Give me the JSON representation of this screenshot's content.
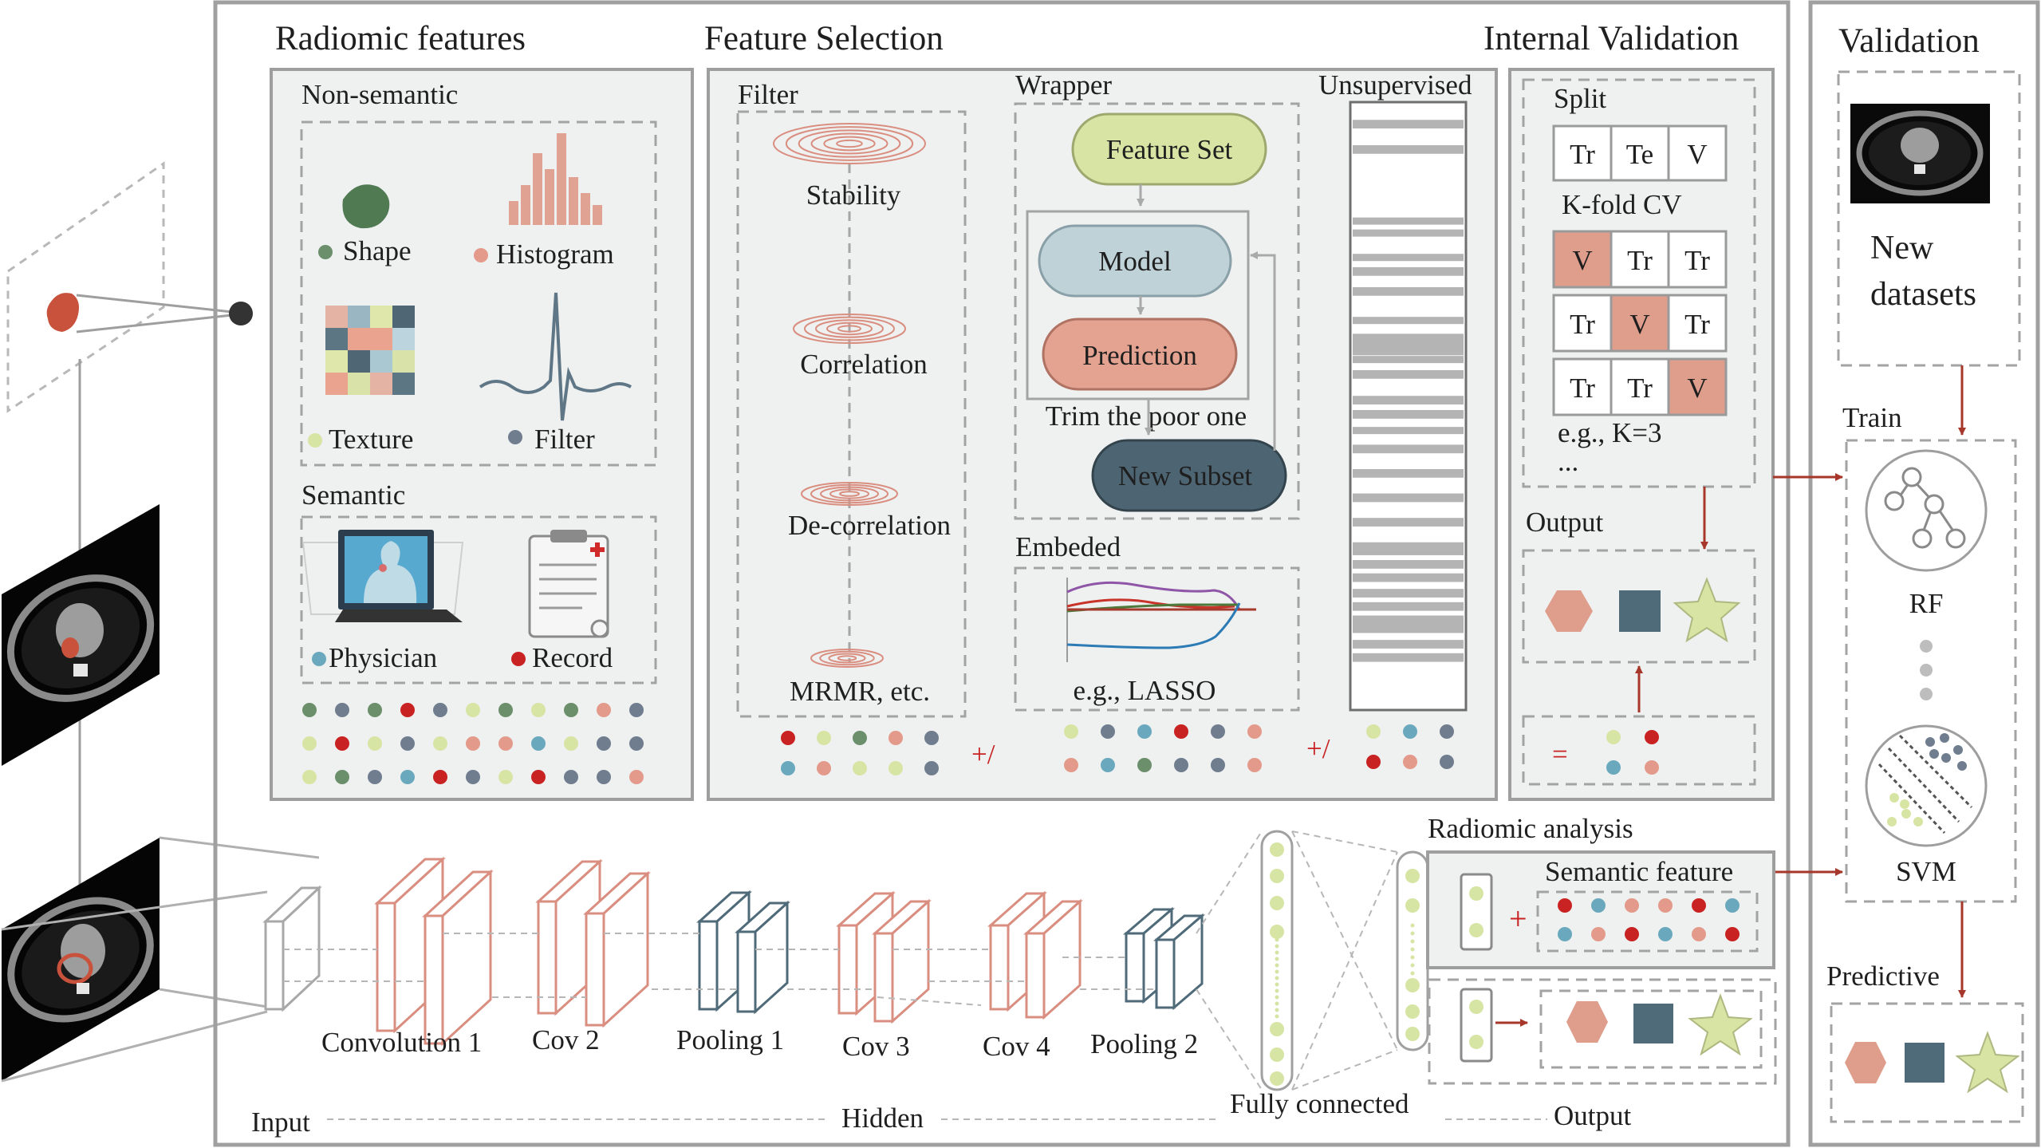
{
  "colors": {
    "green": "#6b8e6b",
    "salmon": "#e39a8a",
    "red": "#c82222",
    "lime": "#d6e5a3",
    "blue": "#6aa9bd",
    "slate": "#6f7d8f",
    "pill_lime": "#d8e4a4",
    "pill_blue": "#bed2d8",
    "pill_salmon": "#e4a290",
    "pill_dark": "#4d6573",
    "square": "#4f6a78",
    "hexagon": "#df9d8c",
    "star": "#d8e4a4",
    "arrow": "#a7372a"
  },
  "radiomic": {
    "title": "Radiomic features",
    "nonsemantic_label": "Non-semantic",
    "shape": "Shape",
    "histogram": "Histogram",
    "texture": "Texture",
    "filter": "Filter",
    "semantic_label": "Semantic",
    "physician": "Physician",
    "record": "Record"
  },
  "selection": {
    "title": "Feature Selection",
    "filter_label": "Filter",
    "stability": "Stability",
    "correlation": "Correlation",
    "decorrelation": "De-correlation",
    "mrmr": "MRMR, etc.",
    "wrapper_label": "Wrapper",
    "feature_set": "Feature Set",
    "model": "Model",
    "prediction": "Prediction",
    "trim": "Trim the poor one",
    "new_subset": "New Subset",
    "embeded_label": "Embeded",
    "lasso": "e.g., LASSO",
    "unsupervised_label": "Unsupervised",
    "plus_or_1": "+/",
    "plus_or_2": "+/"
  },
  "internal": {
    "title": "Internal Validation",
    "split_label": "Split",
    "split_cells": [
      "Tr",
      "Te",
      "V"
    ],
    "kfold_label": "K-fold CV",
    "kfold_rows": [
      [
        "V",
        "Tr",
        "Tr"
      ],
      [
        "Tr",
        "V",
        "Tr"
      ],
      [
        "Tr",
        "Tr",
        "V"
      ]
    ],
    "example": "e.g., K=3",
    "ellipsis": "...",
    "output_label": "Output",
    "equals": "="
  },
  "validation": {
    "title": "Validation",
    "new_datasets_1": "New",
    "new_datasets_2": "datasets",
    "train_label": "Train",
    "rf": "RF",
    "svm": "SVM",
    "predictive_label": "Predictive"
  },
  "deep": {
    "conv1": "Convolution 1",
    "cov2": "Cov 2",
    "pool1": "Pooling 1",
    "cov3": "Cov 3",
    "cov4": "Cov 4",
    "pool2": "Pooling 2",
    "fully_connected": "Fully connected",
    "radiomic_analysis": "Radiomic analysis",
    "semantic_feature": "Semantic feature",
    "plus": "+",
    "input": "Input",
    "hidden": "Hidden",
    "output": "Output"
  }
}
